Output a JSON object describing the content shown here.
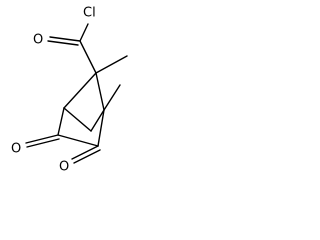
{
  "molecule": {
    "atoms": {
      "chlorine": "Cl",
      "acyl_oxygen": "O",
      "ketone_oxygen_left": "O",
      "ketone_oxygen_right": "O"
    }
  }
}
